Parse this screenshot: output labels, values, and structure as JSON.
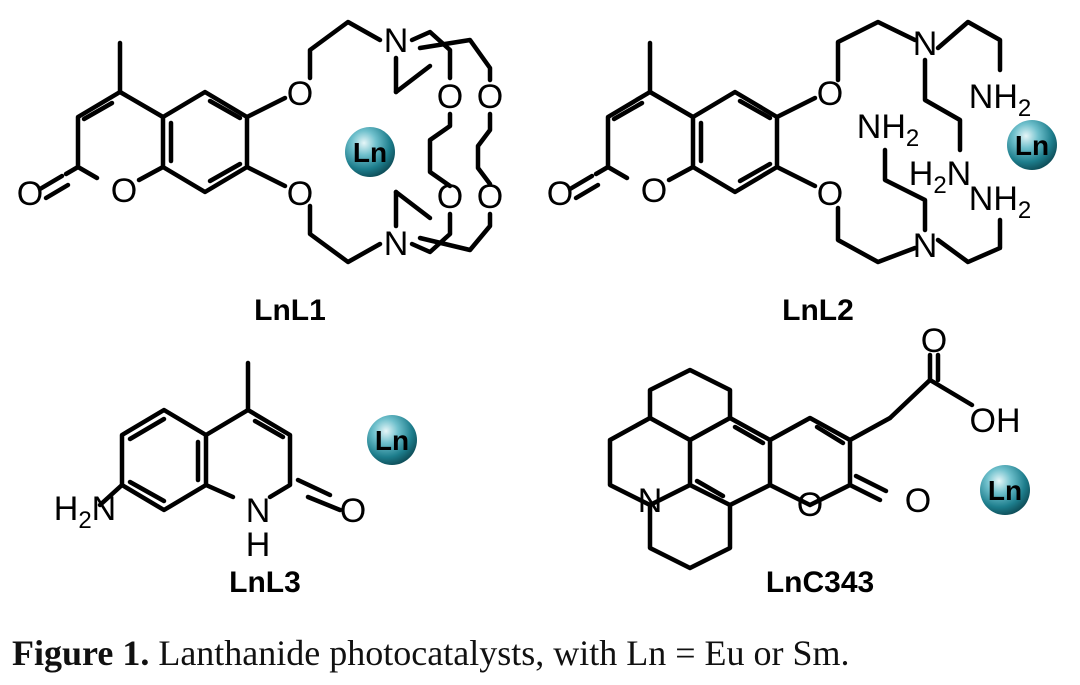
{
  "structures": [
    {
      "label": "LnL1",
      "ion": "Ln"
    },
    {
      "label": "LnL2",
      "ion": "Ln"
    },
    {
      "label": "LnL3",
      "ion": "Ln"
    },
    {
      "label": "LnC343",
      "ion": "Ln"
    }
  ],
  "atoms": {
    "O": "O",
    "N": "N",
    "H": "H",
    "NH": "NH",
    "NH2": "NH",
    "H2N": "H",
    "OH": "OH",
    "sub2": "2",
    "N_only": "N"
  },
  "caption": {
    "label": "Figure 1.",
    "text": " Lanthanide photocatalysts, with Ln = Eu or Sm."
  }
}
